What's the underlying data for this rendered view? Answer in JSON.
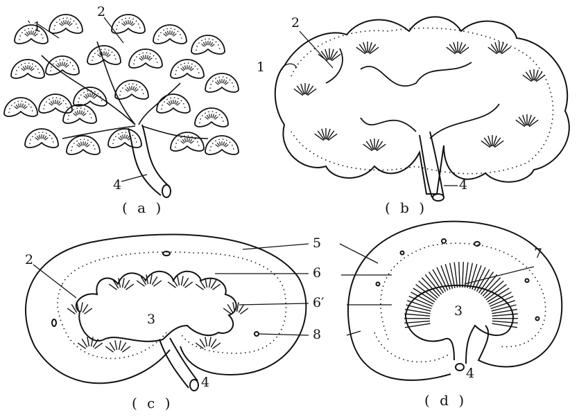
{
  "panels": {
    "a": {
      "caption": "( a )",
      "labels": {
        "l1": "`1",
        "l2": "2",
        "l4": "4"
      }
    },
    "b": {
      "caption": "( b )",
      "labels": {
        "l1": "1",
        "l2": "2",
        "l4": "4"
      }
    },
    "c": {
      "caption": "( c )",
      "labels": {
        "l2": "2",
        "l3": "3",
        "l4": "4"
      }
    },
    "d": {
      "caption": "( d )",
      "labels": {
        "l3": "3",
        "l4": "4",
        "l7": "7"
      }
    }
  },
  "shared_labels": {
    "l5": "5",
    "l6": "6",
    "l6p": "6′",
    "l8": "8"
  }
}
